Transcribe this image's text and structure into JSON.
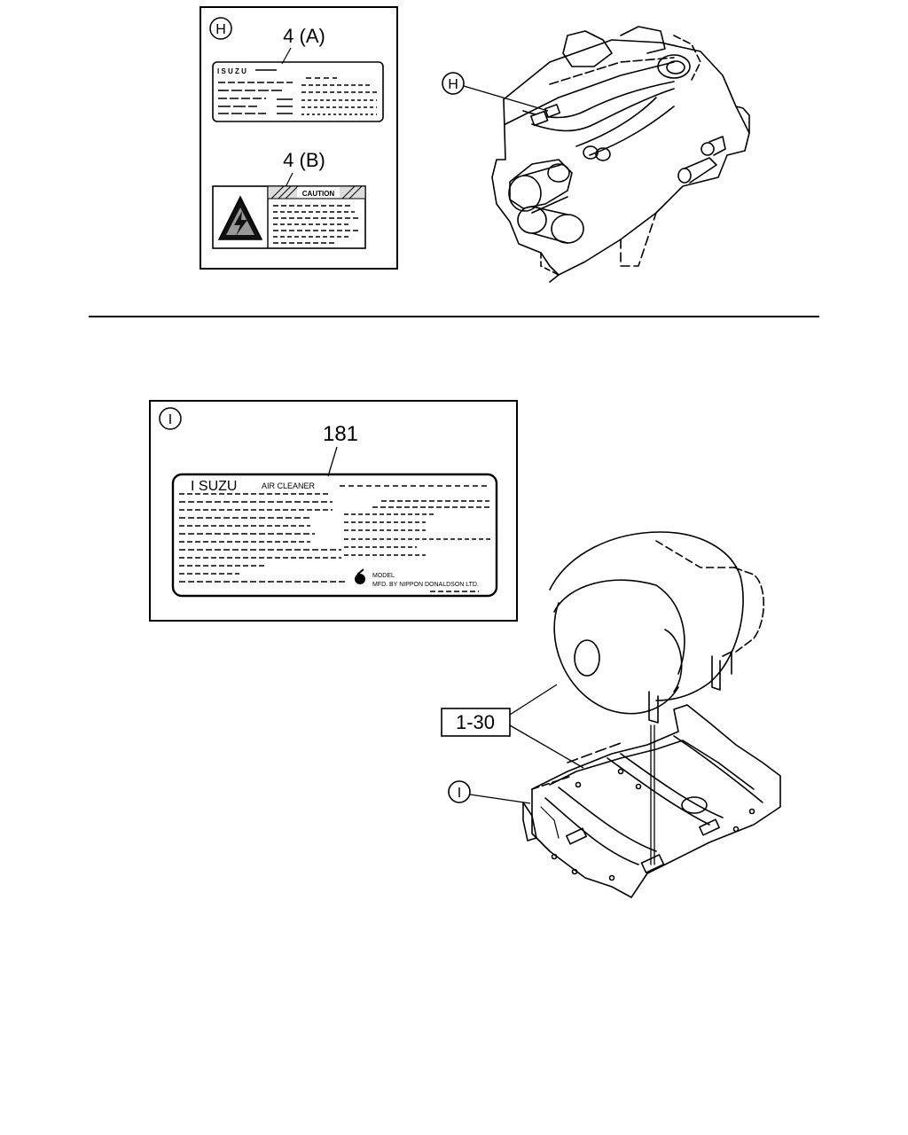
{
  "diagram_top": {
    "inset_marker": "H",
    "callout_marker": "H",
    "label_a_ref": "4 (A)",
    "label_a_brand": "I S U Z U",
    "label_b_ref": "4 (B)",
    "label_b_header": "CAUTION"
  },
  "diagram_bottom": {
    "inset_marker": "I",
    "callout_marker": "I",
    "label_ref": "181",
    "label_brand": "I SUZU",
    "label_subtitle": "AIR CLEANER",
    "label_model": "MODEL",
    "label_mfd": "MFD. BY NIPPON DONALDSON LTD.",
    "assembly_ref": "1-30"
  }
}
